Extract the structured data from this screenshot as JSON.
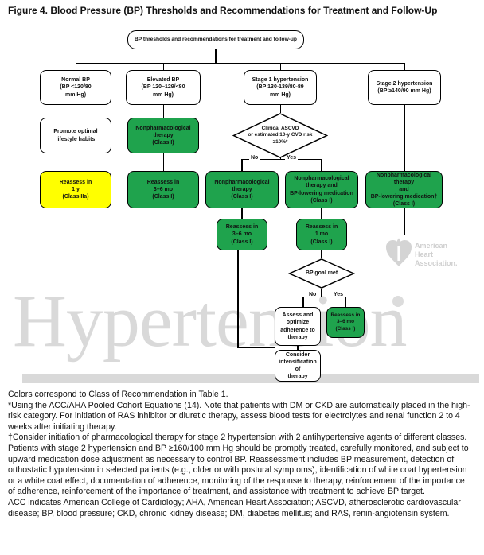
{
  "figure_title": "Figure 4. Blood Pressure (BP) Thresholds and Recommendations for Treatment and Follow-Up",
  "flowchart": {
    "root": "BP thresholds and recommendations for treatment and follow-up",
    "cat_normal": "Normal BP\n(BP <120/80\nmm Hg)",
    "cat_elevated": "Elevated BP\n(BP 120–129/<80\nmm Hg)",
    "cat_stage1": "Stage 1 hypertension\n(BP 130-139/80-89\nmm Hg)",
    "cat_stage2": "Stage 2 hypertension\n(BP ≥140/90 mm Hg)",
    "promote_lifestyle": "Promote optimal\nlifestyle habits",
    "nonpharm_elevated": "Nonpharmacological\ntherapy\n(Class I)",
    "decision_risk": "Clinical ASCVD\nor estimated 10-y CVD risk\n≥10%*",
    "reassess_1y": "Reassess in\n1 y\n(Class IIa)",
    "reassess_36mo_elevated": "Reassess in\n3–6 mo\n(Class I)",
    "nonpharm_stage1_no": "Nonpharmacological\ntherapy\n(Class I)",
    "nonpharm_med_stage1_yes": "Nonpharmacological\ntherapy and\nBP-lowering medication\n(Class I)",
    "nonpharm_med_stage2": "Nonpharmacological therapy\nand\nBP-lowering medication†\n(Class I)",
    "reassess_36mo_no_branch": "Reassess in\n3–6 mo\n(Class I)",
    "reassess_1mo": "Reassess in\n1 mo\n(Class I)",
    "decision_goal": "BP goal met",
    "assess_adherence": "Assess and\noptimize\nadherence to\ntherapy",
    "reassess_36mo_goal_yes": "Reassess in\n3–6 mo\n(Class I)",
    "consider_intensification": "Consider\nintensification of\ntherapy",
    "label_no": "No",
    "label_yes": "Yes"
  },
  "watermark": "Hypertension",
  "logo": {
    "line1": "American",
    "line2": "Heart",
    "line3": "Association."
  },
  "footnotes": [
    "Colors correspond to Class of Recommendation in Table 1.",
    "*Using the ACC/AHA Pooled Cohort Equations (14). Note that patients with DM or CKD are automatically placed in the high-risk category. For initiation of RAS inhibitor or diuretic therapy, assess blood tests for electrolytes and renal function 2 to 4 weeks after initiating therapy.",
    "†Consider initiation of pharmacological therapy for stage 2 hypertension with 2 antihypertensive agents of different classes. Patients with stage 2 hypertension and BP ≥160/100 mm Hg should be promptly treated, carefully monitored, and subject to upward medication dose adjustment as necessary to control BP. Reassessment includes BP measurement, detection of orthostatic hypotension in selected patients (e.g., older or with postural symptoms), identification of white coat hypertension or a white coat effect, documentation of adherence, monitoring of the response to therapy, reinforcement of the importance of adherence, reinforcement of the importance of treatment, and assistance with treatment to achieve BP target.",
    "ACC indicates American College of Cardiology; AHA, American Heart Association; ASCVD, atherosclerotic cardiovascular disease; BP, blood pressure; CKD, chronic kidney disease; DM, diabetes mellitus; and RAS, renin-angiotensin system."
  ],
  "colors": {
    "class_i_green": "#1fa34d",
    "class_iia_yellow": "#ffff00",
    "watermark_gray": "#d9d9d9"
  }
}
